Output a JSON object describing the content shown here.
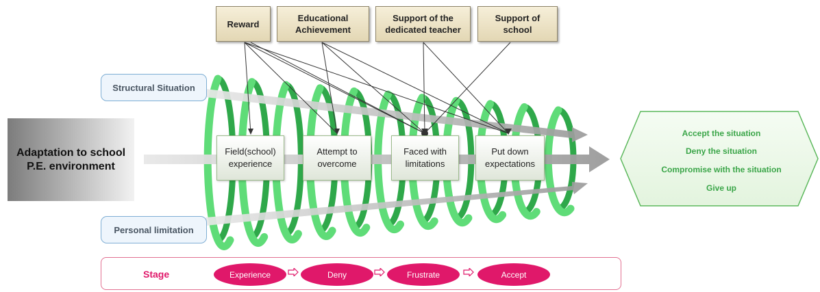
{
  "factors": [
    {
      "label": "Reward"
    },
    {
      "label": "Educational Achievement"
    },
    {
      "label": "Support of the dedicated teacher"
    },
    {
      "label": "Support of school"
    }
  ],
  "side_labels": {
    "top": "Structural Situation",
    "bottom": "Personal limitation"
  },
  "main": {
    "line1": "Adaptation to school",
    "line2": "P.E. environment"
  },
  "steps": [
    {
      "line1": "Field(school)",
      "line2": "experience"
    },
    {
      "line1": "Attempt  to",
      "line2": "overcome"
    },
    {
      "line1": "Faced with",
      "line2": "limitations"
    },
    {
      "line1": "Put down",
      "line2": "expectations"
    }
  ],
  "outcomes": [
    "Accept the situation",
    "Deny the situation",
    "Compromise with the situation",
    "Give up"
  ],
  "stage": {
    "title": "Stage",
    "items": [
      "Experience",
      "Deny",
      "Frustrate",
      "Accept"
    ]
  },
  "colors": {
    "spring": "#5fdc78",
    "spring_dark": "#2fa84a",
    "outcome_border": "#5cb85c",
    "outcome_text": "#3aa548",
    "stage_pink": "#e0186a",
    "label_border": "#7eaed4"
  }
}
